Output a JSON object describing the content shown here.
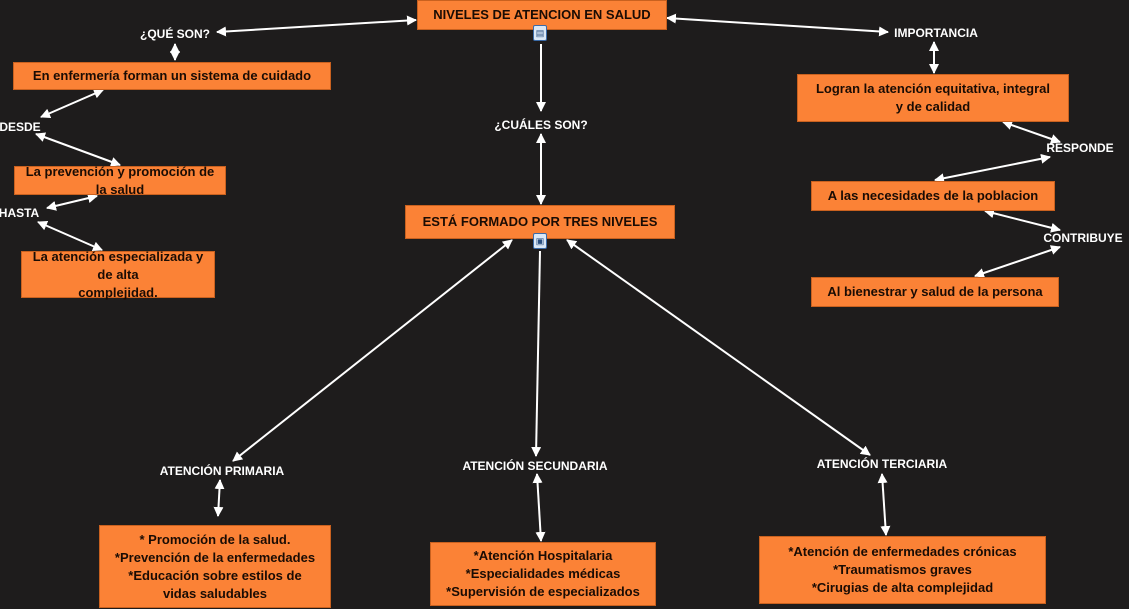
{
  "root": {
    "label": "NIVELES DE ATENCION EN SALUD",
    "icon": "video-resource-icon"
  },
  "left": {
    "que_son": "¿QUÉ SON?",
    "box1": "En enfermería forman un sistema de cuidado",
    "desde": "DESDE",
    "box2": "La prevención y promoción de la salud",
    "hasta": "HASTA",
    "box3": "La atención especializada y de alta\ncomplejidad."
  },
  "center": {
    "cuales_son": "¿CUÁLES SON?",
    "tres_niveles": "ESTÁ FORMADO POR TRES NIVELES",
    "icon": "image-resource-icon"
  },
  "right": {
    "importancia": "IMPORTANCIA",
    "box1": "Logran la atención equitativa, integral\ny de calidad",
    "responde": "RESPONDE",
    "box2": "A las necesidades de la poblacion",
    "contribuye": "CONTRIBUYE",
    "box3": "Al bienestrar y salud de la persona"
  },
  "levels": [
    {
      "label": "ATENCIÓN PRIMARIA",
      "box": "* Promoción de la salud.\n*Prevención de la enfermedades\n*Educación sobre estilos de\nvidas saludables"
    },
    {
      "label": "ATENCIÓN SECUNDARIA",
      "box": "*Atención Hospitalaria\n*Especialidades médicas\n*Supervisión de especializados"
    },
    {
      "label": "ATENCIÓN TERCIARIA",
      "box": "*Atención de enfermedades crónicas\n*Traumatismos graves\n*Cirugias de alta complejidad"
    }
  ],
  "colors": {
    "background": "#1e1c1c",
    "concept": "#fb8236",
    "link": "#ffffff"
  }
}
